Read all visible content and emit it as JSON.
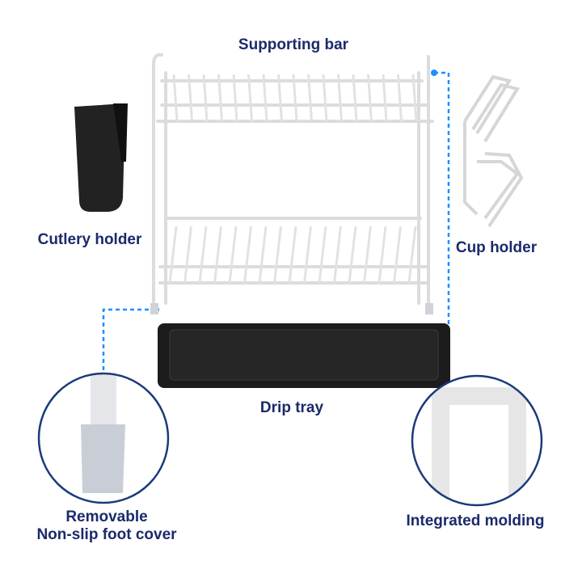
{
  "labels": {
    "supporting_bar": "Supporting bar",
    "cutlery_holder": "Cutlery holder",
    "cup_holder": "Cup holder",
    "drip_tray": "Drip tray",
    "foot_cover_line1": "Removable",
    "foot_cover_line2": "Non-slip foot cover",
    "integrated_molding": "Integrated molding"
  },
  "colors": {
    "text": "#1b2a6b",
    "callout": "#1e8fff",
    "circle_border": "#1b3a7a",
    "tray": "#1a1a1a"
  }
}
